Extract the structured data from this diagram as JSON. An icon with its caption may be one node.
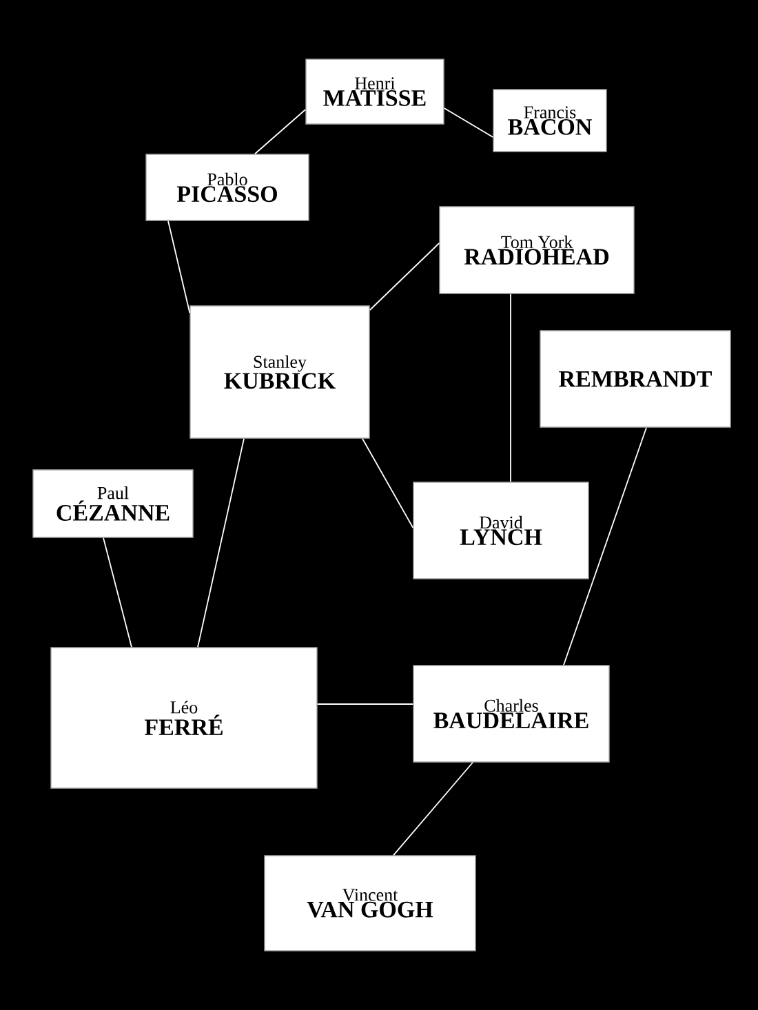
{
  "diagram": {
    "nodes": [
      {
        "text": [
          "Henri",
          "MATISSE"
        ]
      },
      {
        "text": [
          "Francis",
          "BACON"
        ]
      },
      {
        "text": [
          "Pablo",
          "PICASSO"
        ]
      },
      {
        "text": [
          "Tom York",
          "RADIOHEAD"
        ]
      },
      {
        "text": [
          "Stanley",
          "KUBRICK"
        ]
      },
      {
        "text": [
          "REMBRANDT"
        ]
      },
      {
        "text": [
          "Paul",
          "CÉZANNE"
        ]
      },
      {
        "text": [
          "David",
          "LYNCH"
        ]
      },
      {
        "text": [
          "Léo",
          "FERRÉ"
        ]
      },
      {
        "text": [
          "Charles",
          "BAUDELAIRE"
        ]
      },
      {
        "text": [
          "Vincent",
          "VAN GOGH"
        ]
      }
    ],
    "edges": [
      {
        "from": 0,
        "to": 1,
        "arrow": "none"
      },
      {
        "from": 0,
        "to": 2,
        "arrow": "none"
      },
      {
        "from": 2,
        "to": 4,
        "arrow": "none"
      },
      {
        "from": 3,
        "to": 4,
        "arrow": "none"
      },
      {
        "from": 3,
        "to": 7,
        "arrow": "none"
      },
      {
        "from": 4,
        "to": 7,
        "arrow": "none"
      },
      {
        "from": 4,
        "to": 8,
        "arrow": "none"
      },
      {
        "from": 6,
        "to": 8,
        "arrow": "none"
      },
      {
        "from": 5,
        "to": 9,
        "arrow": "none"
      },
      {
        "from": 8,
        "to": 9,
        "arrow": "none"
      },
      {
        "from": 9,
        "to": 10,
        "arrow": "none"
      }
    ]
  }
}
